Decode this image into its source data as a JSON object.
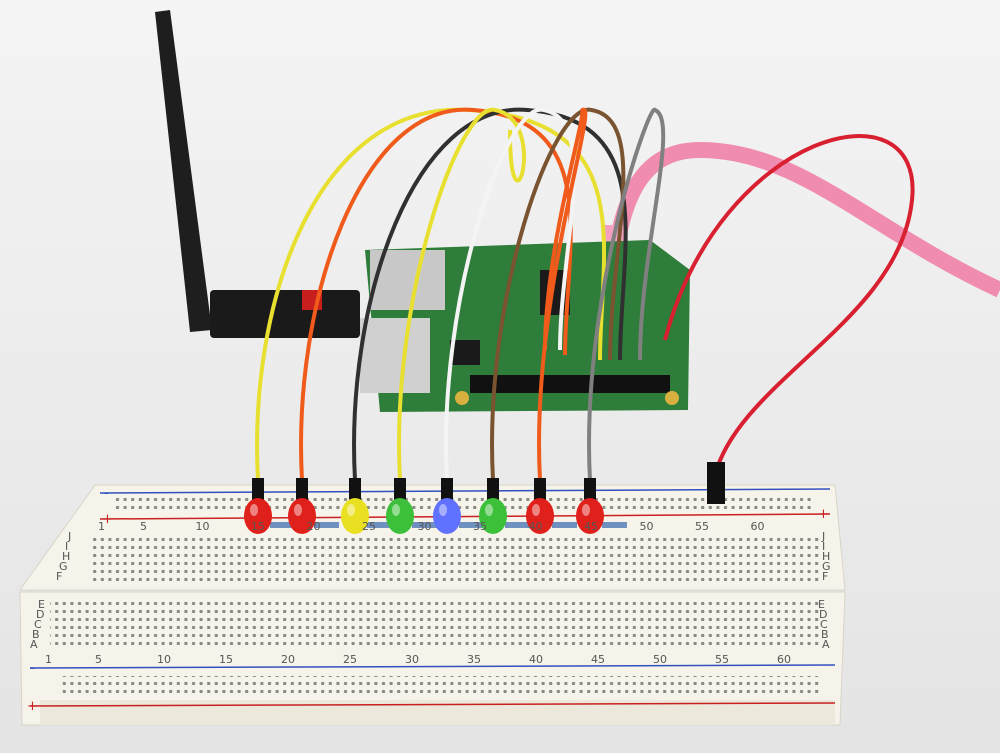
{
  "breadboard": {
    "top_numbers": [
      "1",
      "5",
      "10",
      "15",
      "20",
      "25",
      "30",
      "35",
      "40",
      "45",
      "50",
      "55",
      "60"
    ],
    "bottom_numbers": [
      "1",
      "5",
      "10",
      "15",
      "20",
      "25",
      "30",
      "35",
      "40",
      "45",
      "50",
      "55",
      "60"
    ],
    "letters_top": [
      "J",
      "I",
      "H",
      "G",
      "F"
    ],
    "letters_bottom": [
      "E",
      "D",
      "C",
      "B",
      "A"
    ],
    "plus": "+",
    "minus": "-"
  },
  "leds": [
    {
      "color": "#e0201a"
    },
    {
      "color": "#e0201a"
    },
    {
      "color": "#e8e020"
    },
    {
      "color": "#3cc03a"
    },
    {
      "color": "#6070ff"
    },
    {
      "color": "#3cc03a"
    },
    {
      "color": "#e0201a"
    },
    {
      "color": "#e0201a"
    }
  ],
  "wires": [
    {
      "color": "#e8e030"
    },
    {
      "color": "#f05a1a"
    },
    {
      "color": "#303030"
    },
    {
      "color": "#e8e030"
    },
    {
      "color": "#f4f4f4"
    },
    {
      "color": "#7a5330"
    },
    {
      "color": "#f05a1a"
    },
    {
      "color": "#808080"
    }
  ],
  "colors": {
    "board": "#2e7d3a",
    "power_wire": "#d82030",
    "usb_cable": "#f08cb0"
  }
}
